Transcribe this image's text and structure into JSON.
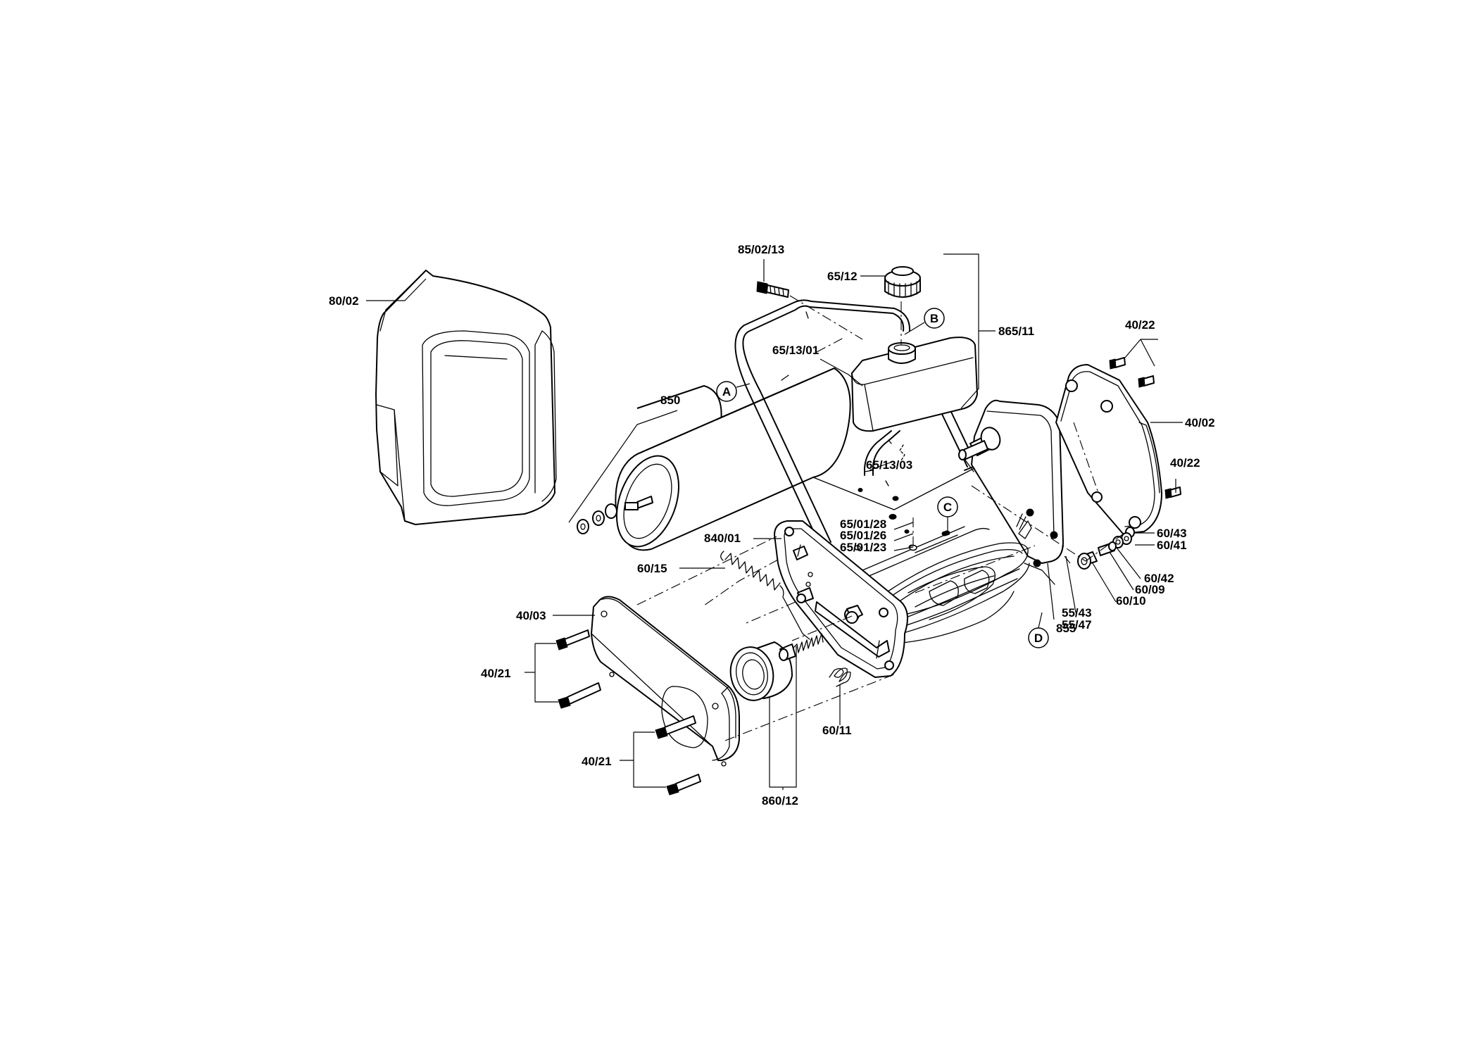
{
  "labels": {
    "l_85_02_13": "85/02/13",
    "l_65_12": "65/12",
    "l_865_11": "865/11",
    "l_80_02": "80/02",
    "l_65_13_01": "65/13/01",
    "l_40_22a": "40/22",
    "l_850": "850",
    "l_40_02": "40/02",
    "l_40_22b": "40/22",
    "l_65_13_03": "65/13/03",
    "l_65_01_28": "65/01/28",
    "l_65_01_26": "65/01/26",
    "l_65_01_23": "65/01/23",
    "l_60_43": "60/43",
    "l_60_41": "60/41",
    "l_840_01": "840/01",
    "l_60_42": "60/42",
    "l_60_09": "60/09",
    "l_60_15": "60/15",
    "l_60_10": "60/10",
    "l_55_43": "55/43",
    "l_55_47": "55/47",
    "l_40_03": "40/03",
    "l_855": "855",
    "l_40_21a": "40/21",
    "l_60_11": "60/11",
    "l_40_21b": "40/21",
    "l_860_12": "860/12"
  },
  "callouts": {
    "a": "A",
    "b": "B",
    "c": "C",
    "d": "D"
  }
}
